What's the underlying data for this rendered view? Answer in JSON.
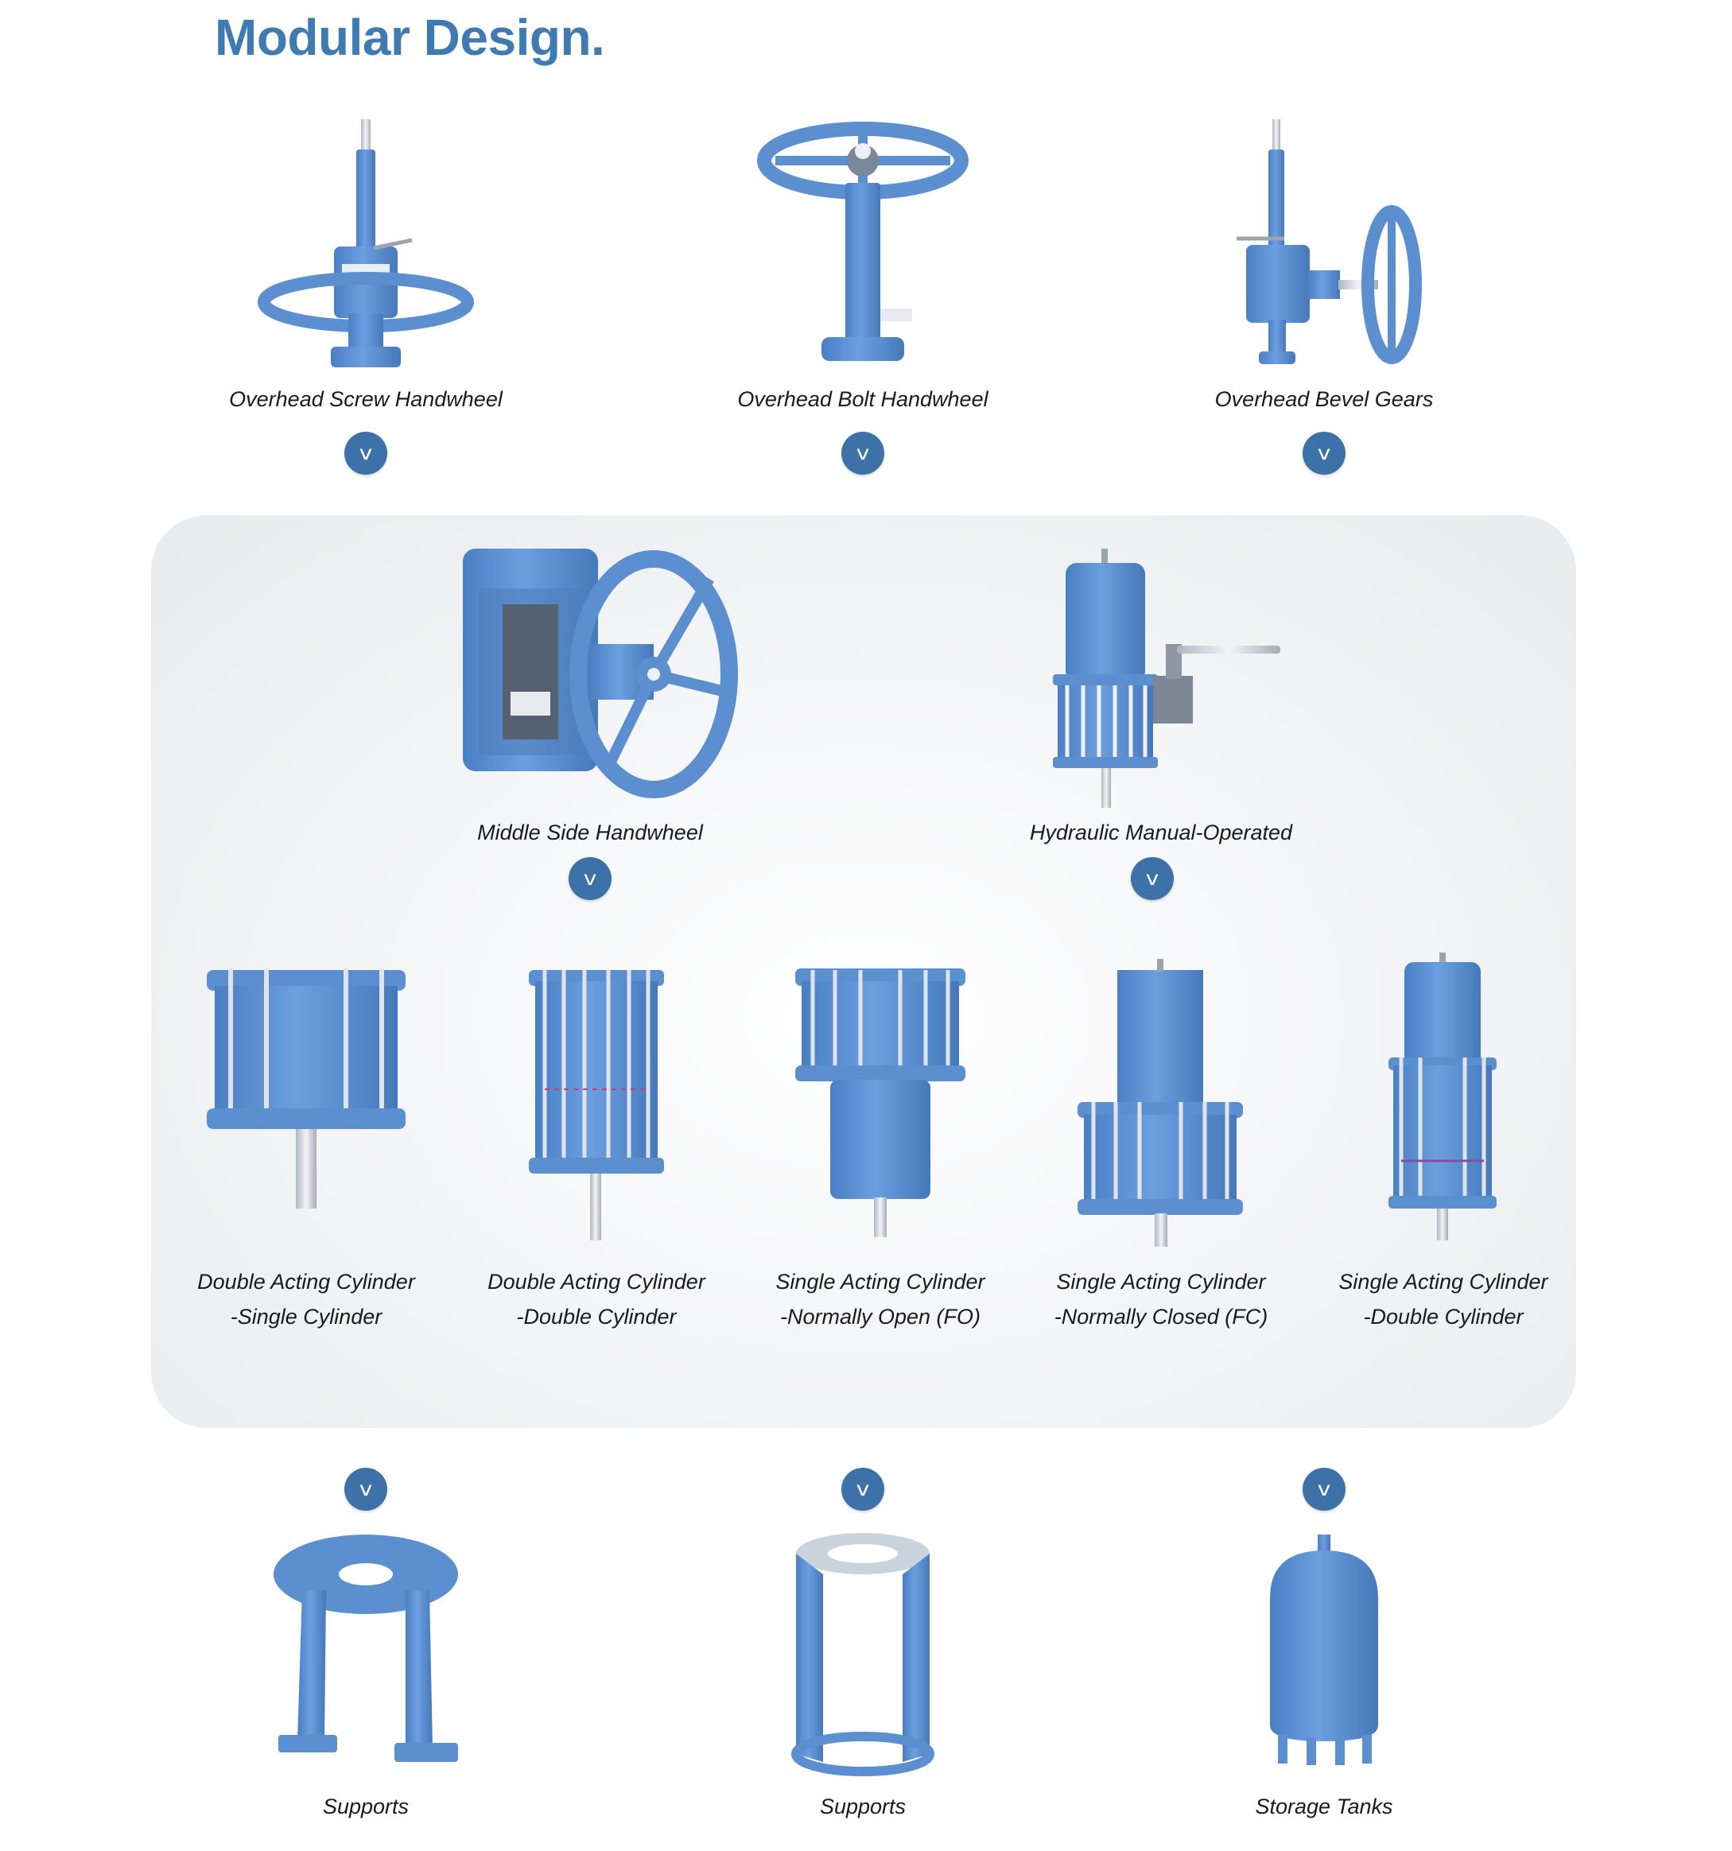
{
  "page": {
    "title": "Modular Design."
  },
  "colors": {
    "title": "#3f7bb3",
    "part_blue": "#5b8fd0",
    "chevron": "#3c72a8"
  },
  "chevron_symbol": "v",
  "overhead_modules": [
    {
      "label": "Overhead Screw Handwheel",
      "icon": "overhead-screw-handwheel-icon"
    },
    {
      "label": "Overhead Bolt Handwheel",
      "icon": "overhead-bolt-handwheel-icon"
    },
    {
      "label": "Overhead Bevel Gears",
      "icon": "overhead-bevel-gears-icon"
    }
  ],
  "middle_modules": [
    {
      "label": "Middle Side Handwheel",
      "icon": "middle-side-handwheel-icon"
    },
    {
      "label": "Hydraulic Manual-Operated",
      "icon": "hydraulic-manual-operated-icon"
    }
  ],
  "cylinders": [
    {
      "line1": "Double Acting Cylinder",
      "line2": "-Single Cylinder"
    },
    {
      "line1": "Double Acting Cylinder",
      "line2": "-Double Cylinder"
    },
    {
      "line1": "Single Acting Cylinder",
      "line2": "-Normally Open (FO)"
    },
    {
      "line1": "Single Acting Cylinder",
      "line2": "-Normally Closed (FC)"
    },
    {
      "line1": "Single Acting Cylinder",
      "line2": "-Double Cylinder"
    }
  ],
  "bottom_modules": [
    {
      "label": "Supports",
      "icon": "support-bracket-icon"
    },
    {
      "label": "Supports",
      "icon": "support-cage-icon"
    },
    {
      "label": "Storage Tanks",
      "icon": "storage-tank-icon"
    }
  ]
}
